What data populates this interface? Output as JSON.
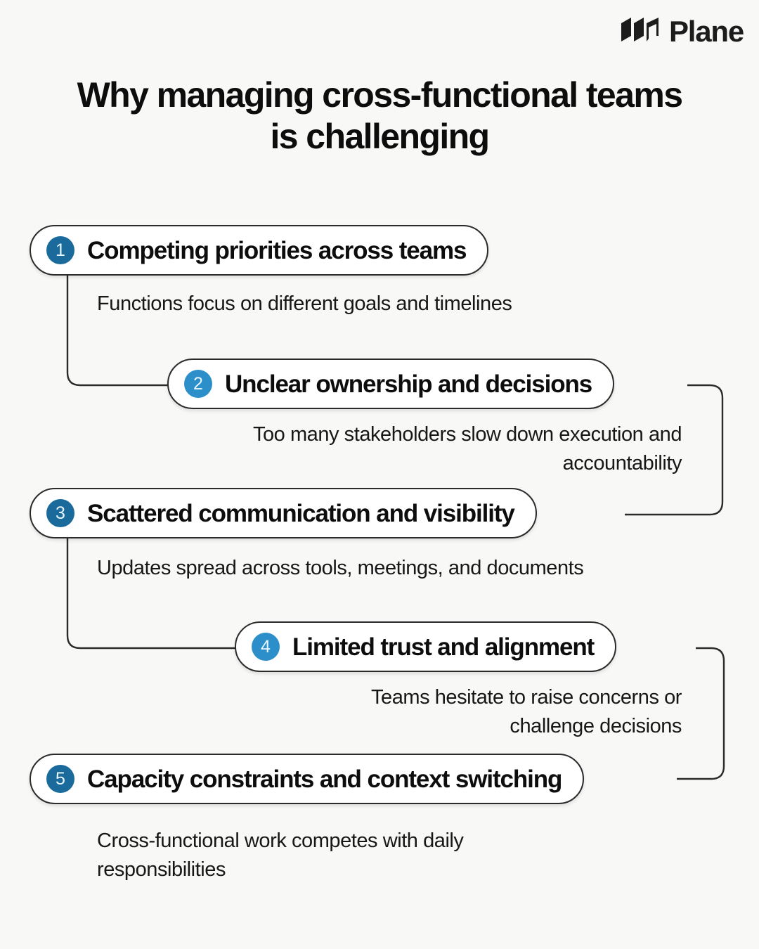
{
  "brand": {
    "name": "Plane",
    "logo_icon": "plane-logo-icon"
  },
  "header": {
    "title": "Why managing cross-functional teams is challenging"
  },
  "colors": {
    "background": "#f8f8f7",
    "pill_fill": "#ffffff",
    "pill_border": "#2b2b2b",
    "text": "#0d0d0d",
    "badge_dark": "#1a6a9c",
    "badge_light": "#2d8fc9",
    "badge_text": "#e8f6ff"
  },
  "items": [
    {
      "number": "1",
      "label": "Competing priorities across teams",
      "description": "Functions focus on different goals and timelines",
      "badge_color": "#1a6a9c",
      "align": "left"
    },
    {
      "number": "2",
      "label": "Unclear ownership and decisions",
      "description": "Too many stakeholders slow down execution and accountability",
      "badge_color": "#2d8fc9",
      "align": "right"
    },
    {
      "number": "3",
      "label": "Scattered communication and visibility",
      "description": "Updates spread across tools, meetings, and documents",
      "badge_color": "#1a6a9c",
      "align": "left"
    },
    {
      "number": "4",
      "label": "Limited trust and alignment",
      "description": "Teams hesitate to raise concerns or challenge decisions",
      "badge_color": "#2d8fc9",
      "align": "right"
    },
    {
      "number": "5",
      "label": "Capacity constraints and context switching",
      "description": "Cross-functional work competes with daily responsibilities",
      "badge_color": "#1a6a9c",
      "align": "left"
    }
  ]
}
